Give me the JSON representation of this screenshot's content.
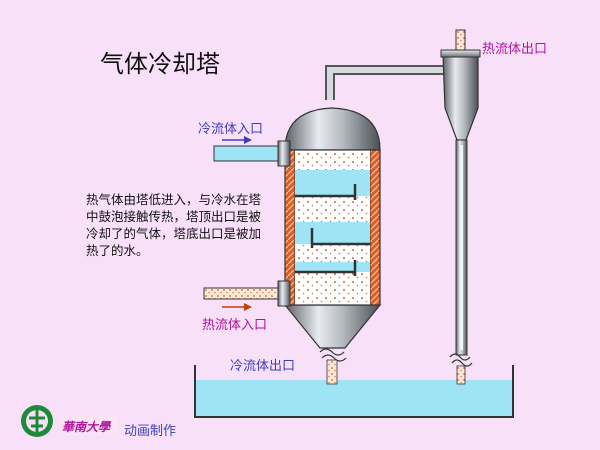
{
  "title": "气体冷却塔",
  "labels": {
    "hot_outlet": "热流体出口",
    "cold_inlet": "冷流体入口",
    "hot_inlet": "热流体入口",
    "cold_outlet": "冷流体出口"
  },
  "description": "热气体由塔低进入，与冷水在塔中鼓泡接触传热，塔顶出口是被冷却了的气体，塔底出口是被加热了的水。",
  "footer": {
    "logo_text": "華南大學",
    "caption": "动画制作"
  },
  "colors": {
    "background": "#f8e1f8",
    "water": "#9fe4f4",
    "pipe_wall": "#c2410c",
    "steel": "#9aa0a6",
    "label_blue": "#3b3fb8",
    "label_magenta": "#b0139e"
  }
}
